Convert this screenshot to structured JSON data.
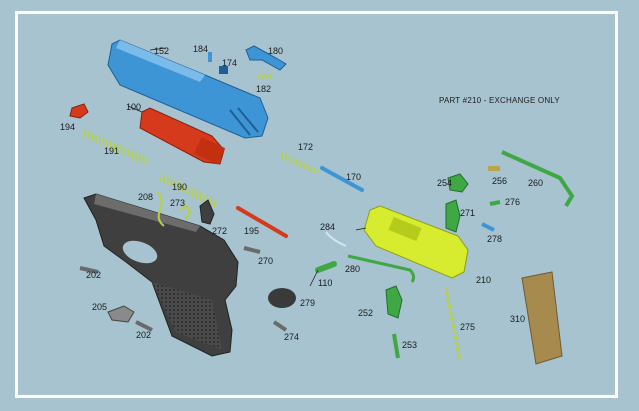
{
  "note": "PART #210 - EXCHANGE ONLY",
  "labels": {
    "p100": "100",
    "p110": "110",
    "p152": "152",
    "p170": "170",
    "p172": "172",
    "p174": "174",
    "p180": "180",
    "p182": "182",
    "p184": "184",
    "p190": "190",
    "p191": "191",
    "p194": "194",
    "p195": "195",
    "p202a": "202",
    "p202b": "202",
    "p205": "205",
    "p208": "208",
    "p210": "210",
    "p252": "252",
    "p253": "253",
    "p254": "254",
    "p256": "256",
    "p260": "260",
    "p270": "270",
    "p271": "271",
    "p272": "272",
    "p273": "273",
    "p274": "274",
    "p275": "275",
    "p276": "276",
    "p278": "278",
    "p279": "279",
    "p280": "280",
    "p284": "284",
    "p310": "310"
  },
  "colors": {
    "background": "#a6c3cf",
    "slide": "#3e95d6",
    "barrel": "#d63a1c",
    "frame": "#3f3f3f",
    "chassis": "#d7ec2f",
    "springs": "#b9d13a",
    "green_parts": "#3fa845",
    "magazine": "#a78a4e"
  }
}
